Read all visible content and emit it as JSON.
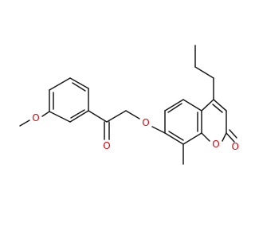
{
  "molecule": {
    "atom_labels": {
      "methoxy_o": "O",
      "ketone_o": "O",
      "ether_o": "O",
      "ring_o": "O",
      "lactone_o": "O"
    },
    "colors": {
      "bond": "#1a1a1a",
      "heteroatom": "#e0000b",
      "background": "#ffffff"
    }
  }
}
